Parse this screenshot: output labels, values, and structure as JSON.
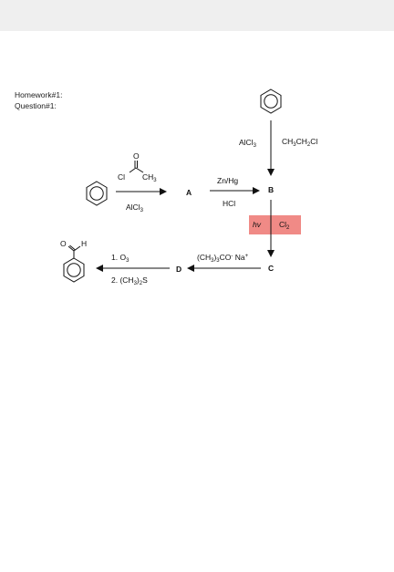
{
  "header": {
    "title": "",
    "subtitle": ""
  },
  "doc": {
    "homework": "Homework#1:",
    "question": "Question#1:"
  },
  "scheme": {
    "reagent_alcl3_top": "AlCl",
    "reagent_alcl3_top_sub": "3",
    "reagent_ch3ch2cl_a": "CH",
    "reagent_ch3ch2cl_a_sub": "3",
    "reagent_ch3ch2cl_b": "CH",
    "reagent_ch3ch2cl_b_sub": "2",
    "reagent_ch3ch2cl_c": "Cl",
    "acyl_o": "O",
    "acyl_cl": "Cl",
    "acyl_ch3": "CH",
    "acyl_ch3_sub": "3",
    "reagent_alcl3_bottom": "AlCl",
    "reagent_alcl3_bottom_sub": "3",
    "label_a": "A",
    "reagent_znhg": "Zn/Hg",
    "reagent_hcl": "HCl",
    "label_b": "B",
    "reagent_hv": "hv",
    "reagent_cl2": "Cl",
    "reagent_cl2_sub": "2",
    "label_c": "C",
    "reagent_base": "(CH",
    "reagent_base_sub": "3",
    "reagent_base_rest": ")",
    "reagent_base_sub2": "3",
    "reagent_base_co": "CO",
    "reagent_base_sup": "-",
    "reagent_base_na": " Na",
    "reagent_base_sup2": "+",
    "label_d": "D",
    "step1": "1. O",
    "step1_sub": "3",
    "step2": "2. (CH",
    "step2_sub": "3",
    "step2_rest": ")",
    "step2_sub2": "2",
    "step2_s": "S",
    "aldehyde_o": "O",
    "aldehyde_h": "H"
  },
  "colors": {
    "highlight": "#f08a86",
    "arrow": "#111111"
  }
}
